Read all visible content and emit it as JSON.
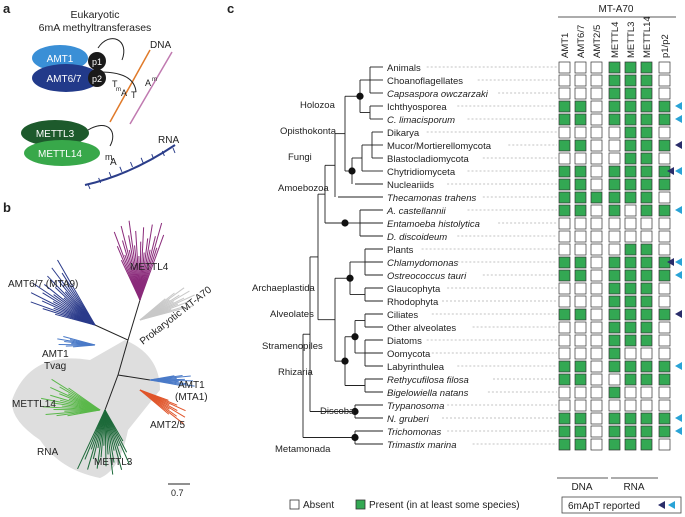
{
  "panels": {
    "a": "a",
    "b": "b",
    "c": "c"
  },
  "panel_a": {
    "title_line1": "Eukaryotic",
    "title_line2": "6mA methyltransferases",
    "amt1": "AMT1",
    "amt67": "AMT6/7",
    "p1": "p1",
    "p2": "p2",
    "dna": "DNA",
    "rna": "RNA",
    "mettl3": "METTL3",
    "mettl14": "METTL14",
    "a_mark": "A",
    "m_mark": "m",
    "t_mark": "T",
    "colors": {
      "amt1": "#3a8fd6",
      "amt67": "#223a8a",
      "mettl3": "#1d5a2c",
      "mettl14": "#38a84a",
      "dna_strand1": "#e07a2a",
      "dna_strand2": "#c07ab0",
      "rna": "#2c3e8a"
    }
  },
  "panel_b": {
    "mettl4": "METTL4",
    "amt67": "AMT6/7 (MTA9)",
    "prok": "Prokaryotic MT-A70",
    "amt1_tvag_1": "AMT1",
    "amt1_tvag_2": "Tvag",
    "amt1_mta1_1": "AMT1",
    "amt1_mta1_2": "(MTA1)",
    "amt25": "AMT2/5",
    "mettl14": "METTL14",
    "rna": "RNA",
    "mettl3": "METTL3",
    "scale": "0.7",
    "colors": {
      "mettl4": "#8a2a7a",
      "amt67": "#2a3a8a",
      "prok": "#c8c8c8",
      "amt1": "#4a7ac8",
      "amt25": "#e0552a",
      "mettl14": "#5ab84a",
      "mettl3": "#1d6a3a",
      "rna_bg": "#dedede"
    }
  },
  "panel_c": {
    "header": "MT-A70",
    "columns": [
      "AMT1",
      "AMT6/7",
      "AMT2/5",
      "METTL4",
      "METTL3",
      "METTL14",
      "p1/p2"
    ],
    "rows": [
      {
        "name": "Animals",
        "italic": false,
        "cells": [
          0,
          0,
          0,
          1,
          1,
          1,
          0
        ],
        "marker": ""
      },
      {
        "name": "Choanoflagellates",
        "italic": false,
        "cells": [
          0,
          0,
          0,
          1,
          1,
          1,
          0
        ],
        "marker": ""
      },
      {
        "name": "Capsaspora owczarzaki",
        "italic": true,
        "cells": [
          0,
          0,
          0,
          1,
          1,
          1,
          0
        ],
        "marker": ""
      },
      {
        "name": "Ichthyosporea",
        "italic": false,
        "cells": [
          1,
          1,
          0,
          1,
          1,
          1,
          1
        ],
        "marker": "cyan"
      },
      {
        "name": "C. limacisporum",
        "italic": true,
        "cells": [
          1,
          1,
          0,
          1,
          1,
          1,
          1
        ],
        "marker": "cyan"
      },
      {
        "name": "Dikarya",
        "italic": false,
        "cells": [
          0,
          0,
          0,
          0,
          1,
          1,
          0
        ],
        "marker": ""
      },
      {
        "name": "Mucor/Mortierellomycota",
        "italic": false,
        "cells": [
          1,
          1,
          0,
          0,
          1,
          1,
          1
        ],
        "marker": "navy"
      },
      {
        "name": "Blastocladiomycota",
        "italic": false,
        "cells": [
          0,
          0,
          0,
          0,
          1,
          1,
          0
        ],
        "marker": ""
      },
      {
        "name": "Chytridiomyceta",
        "italic": false,
        "cells": [
          1,
          1,
          0,
          1,
          1,
          1,
          1
        ],
        "marker": "both"
      },
      {
        "name": "Nucleariids",
        "italic": false,
        "cells": [
          1,
          1,
          0,
          1,
          1,
          1,
          1
        ],
        "marker": ""
      },
      {
        "name": "Thecamonas trahens",
        "italic": true,
        "cells": [
          1,
          1,
          1,
          1,
          1,
          1,
          0
        ],
        "marker": ""
      },
      {
        "name": "A. castellannii",
        "italic": true,
        "cells": [
          1,
          1,
          0,
          1,
          0,
          1,
          1
        ],
        "marker": "cyan"
      },
      {
        "name": "Entamoeba histolytica",
        "italic": true,
        "cells": [
          0,
          0,
          0,
          0,
          0,
          0,
          0
        ],
        "marker": ""
      },
      {
        "name": "D. discoideum",
        "italic": true,
        "cells": [
          0,
          0,
          0,
          0,
          0,
          0,
          0
        ],
        "marker": ""
      },
      {
        "name": "Plants",
        "italic": false,
        "cells": [
          0,
          0,
          0,
          0,
          1,
          1,
          0
        ],
        "marker": ""
      },
      {
        "name": "Chlamydomonas",
        "italic": true,
        "cells": [
          1,
          1,
          0,
          1,
          1,
          1,
          1
        ],
        "marker": "both"
      },
      {
        "name": "Ostreococcus tauri",
        "italic": true,
        "cells": [
          1,
          1,
          0,
          1,
          1,
          1,
          1
        ],
        "marker": "cyan"
      },
      {
        "name": "Glaucophyta",
        "italic": false,
        "cells": [
          0,
          0,
          0,
          1,
          1,
          1,
          0
        ],
        "marker": ""
      },
      {
        "name": "Rhodophyta",
        "italic": false,
        "cells": [
          0,
          0,
          0,
          1,
          1,
          1,
          0
        ],
        "marker": ""
      },
      {
        "name": "Ciliates",
        "italic": false,
        "cells": [
          1,
          1,
          0,
          1,
          1,
          1,
          1
        ],
        "marker": "navy"
      },
      {
        "name": "Other alveolates",
        "italic": false,
        "cells": [
          0,
          0,
          0,
          1,
          1,
          1,
          0
        ],
        "marker": ""
      },
      {
        "name": "Diatoms",
        "italic": false,
        "cells": [
          0,
          0,
          0,
          1,
          1,
          1,
          0
        ],
        "marker": ""
      },
      {
        "name": "Oomycota",
        "italic": false,
        "cells": [
          0,
          0,
          0,
          1,
          0,
          0,
          0
        ],
        "marker": ""
      },
      {
        "name": "Labyrinthulea",
        "italic": false,
        "cells": [
          1,
          1,
          0,
          1,
          1,
          1,
          1
        ],
        "marker": "cyan"
      },
      {
        "name": "Rethycufilosa filosa",
        "italic": true,
        "cells": [
          1,
          1,
          0,
          0,
          1,
          1,
          1
        ],
        "marker": ""
      },
      {
        "name": "Bigelowiella natans",
        "italic": true,
        "cells": [
          0,
          0,
          0,
          1,
          0,
          0,
          0
        ],
        "marker": ""
      },
      {
        "name": "Trypanosoma",
        "italic": true,
        "cells": [
          0,
          0,
          0,
          0,
          0,
          0,
          0
        ],
        "marker": ""
      },
      {
        "name": "N. gruberi",
        "italic": true,
        "cells": [
          1,
          1,
          0,
          1,
          1,
          1,
          1
        ],
        "marker": "cyan"
      },
      {
        "name": "Trichomonas",
        "italic": true,
        "cells": [
          1,
          1,
          0,
          1,
          1,
          1,
          1
        ],
        "marker": "cyan"
      },
      {
        "name": "Trimastix marina",
        "italic": true,
        "cells": [
          1,
          1,
          0,
          1,
          1,
          1,
          0
        ],
        "marker": ""
      }
    ],
    "clades": [
      {
        "name": "Holozoa",
        "row": 3
      },
      {
        "name": "Opisthokonta",
        "row": 6
      },
      {
        "name": "Fungi",
        "row": 7
      },
      {
        "name": "Amoebozoa",
        "row": 10
      },
      {
        "name": "Archaeplastida",
        "row": 17
      },
      {
        "name": "Alveolates",
        "row": 19
      },
      {
        "name": "Stramenopiles",
        "row": 22
      },
      {
        "name": "Rhizaria",
        "row": 24
      },
      {
        "name": "Discoba",
        "row": 27
      },
      {
        "name": "Metamonada",
        "row": 29
      }
    ],
    "group_dna": "DNA",
    "group_rna": "RNA",
    "legend_absent": "Absent",
    "legend_present": "Present (in at least some species)",
    "legend_reported": "6mApT reported",
    "colors": {
      "present": "#33a853",
      "cyan": "#29a3d6",
      "navy": "#2a2d6a"
    }
  }
}
